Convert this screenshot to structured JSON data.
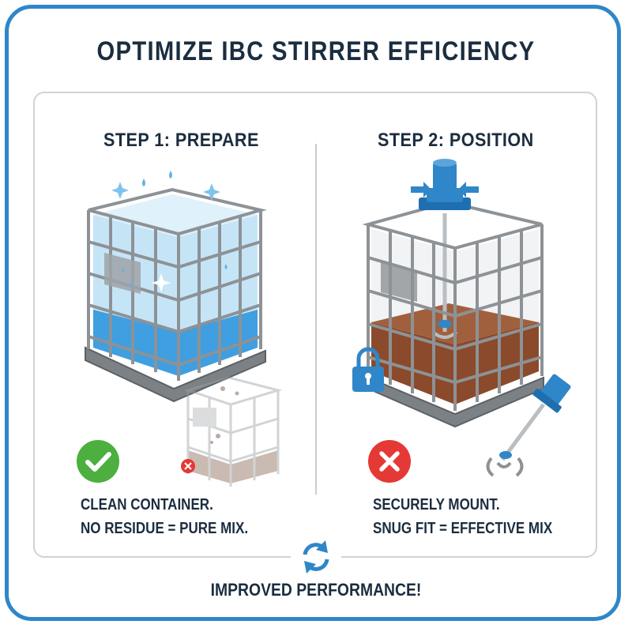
{
  "title": "OPTIMIZE IBC STIRRER EFFICIENCY",
  "steps": [
    {
      "title": "STEP 1: PREPARE",
      "caption_line1": "CLEAN CONTAINER.",
      "caption_line2": "NO RESIDUE = PURE MIX.",
      "status_icon": "check-icon",
      "status_color": "#4caf3f"
    },
    {
      "title": "STEP 2: POSITION",
      "caption_line1": "SECURELY MOUNT.",
      "caption_line2": "SNUG FIT = EFFECTIVE MIX",
      "status_icon": "x-icon",
      "status_color": "#e53935"
    }
  ],
  "footer": "IMPROVED PERFORMANCE!",
  "colors": {
    "frame": "#2f86c8",
    "accent_blue": "#2f86c8",
    "water": "#5fb4e6",
    "sludge": "#8a4a2b",
    "cage": "#8d9296",
    "text": "#1b2d3f"
  }
}
